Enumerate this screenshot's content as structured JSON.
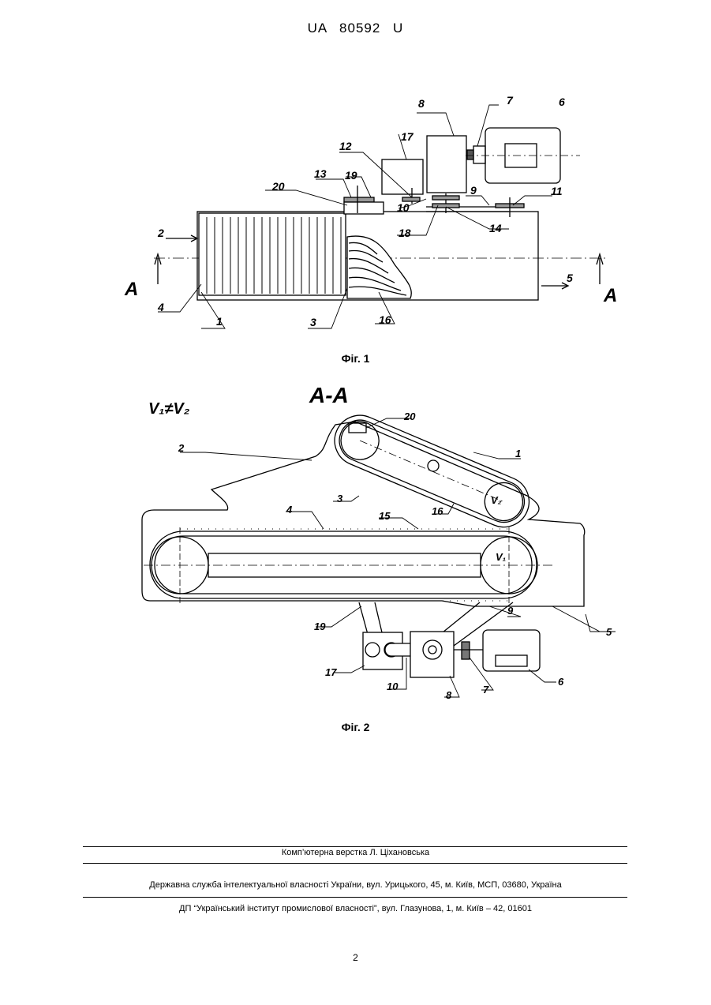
{
  "header": {
    "patent_number": "UA   80592   U"
  },
  "figure1": {
    "caption": "Фіг. 1",
    "section_marks": [
      "A",
      "A"
    ],
    "labels": [
      "1",
      "2",
      "3",
      "4",
      "5",
      "6",
      "7",
      "8",
      "9",
      "10",
      "11",
      "12",
      "13",
      "14",
      "16",
      "17",
      "18",
      "19",
      "20"
    ]
  },
  "figure2": {
    "caption": "Фіг. 2",
    "section_title": "A-A",
    "velocity_note": "V₁≠V₂",
    "v1": "V₁",
    "v2": "V₂",
    "labels": [
      "1",
      "2",
      "3",
      "4",
      "5",
      "6",
      "7",
      "8",
      "9",
      "10",
      "15",
      "16",
      "17",
      "19",
      "20"
    ]
  },
  "footer": {
    "typesetting": "Комп’ютерна верстка Л. Ціхановська",
    "agency": "Державна служба інтелектуальної власності України, вул. Урицького, 45, м. Київ, МСП, 03680, Україна",
    "institute": "ДП “Український інститут промислової власності”, вул. Глазунова, 1, м. Київ – 42, 01601"
  },
  "page_number": "2"
}
